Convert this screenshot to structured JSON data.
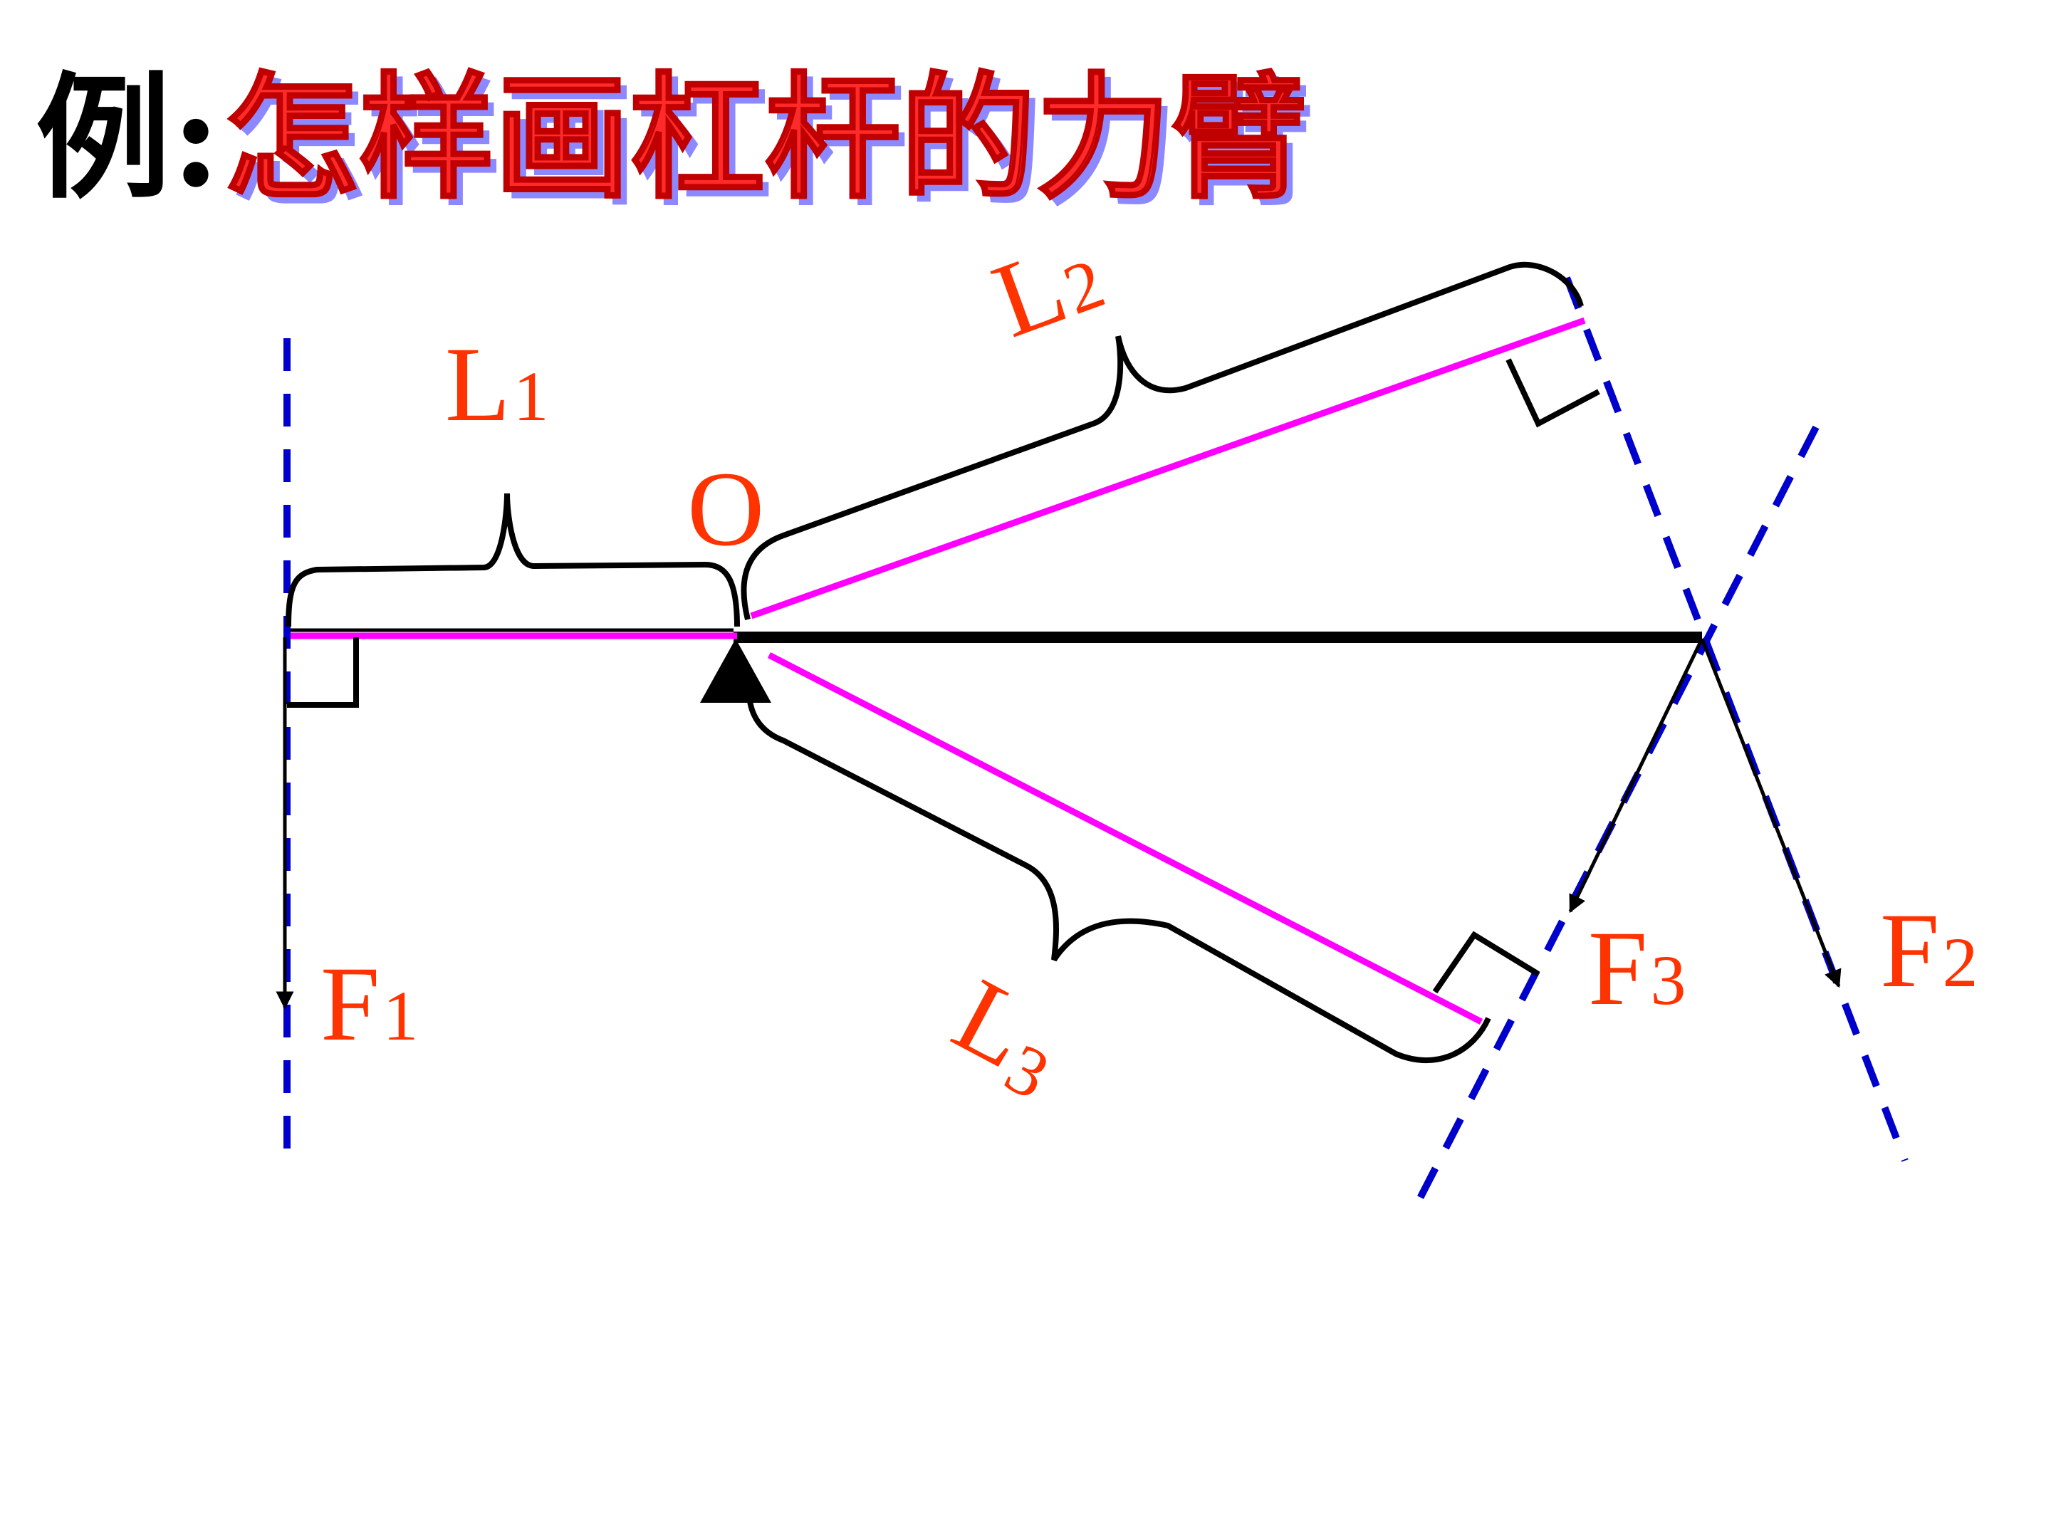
{
  "title": {
    "prefix": "例:",
    "main": "怎样画杠杆的力臂"
  },
  "labels": {
    "pivot": "O",
    "L1_main": "L",
    "L1_sub": "1",
    "L2_main": "L",
    "L2_sub": "2",
    "L3_main": "L",
    "L3_sub": "3",
    "F1_main": "F",
    "F1_sub": "1",
    "F2_main": "F",
    "F2_sub": "2",
    "F3_main": "F",
    "F3_sub": "3"
  },
  "colors": {
    "label": "#ff3300",
    "title_text": "#ff2a2a",
    "title_shadow": "#8c88ff",
    "lever": "#000000",
    "arm_line": "#ff00ff",
    "action_line": "#0000cc",
    "brace": "#000000"
  }
}
